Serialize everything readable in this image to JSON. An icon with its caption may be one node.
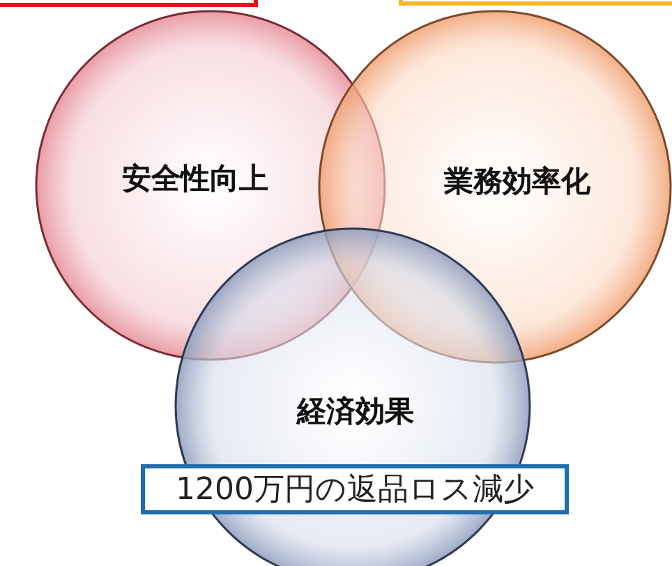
{
  "diagram": {
    "nodes": [
      {
        "text": [],
        "shape": "box"
      },
      {
        "text": [],
        "shape": "box"
      },
      {
        "text": [
          "安全性向上"
        ]
      },
      {
        "text": [
          "業務効率化"
        ]
      },
      {
        "text": [
          "経済効果"
        ]
      },
      {
        "text": [
          "1200万円の返品ロス減少"
        ]
      }
    ]
  }
}
